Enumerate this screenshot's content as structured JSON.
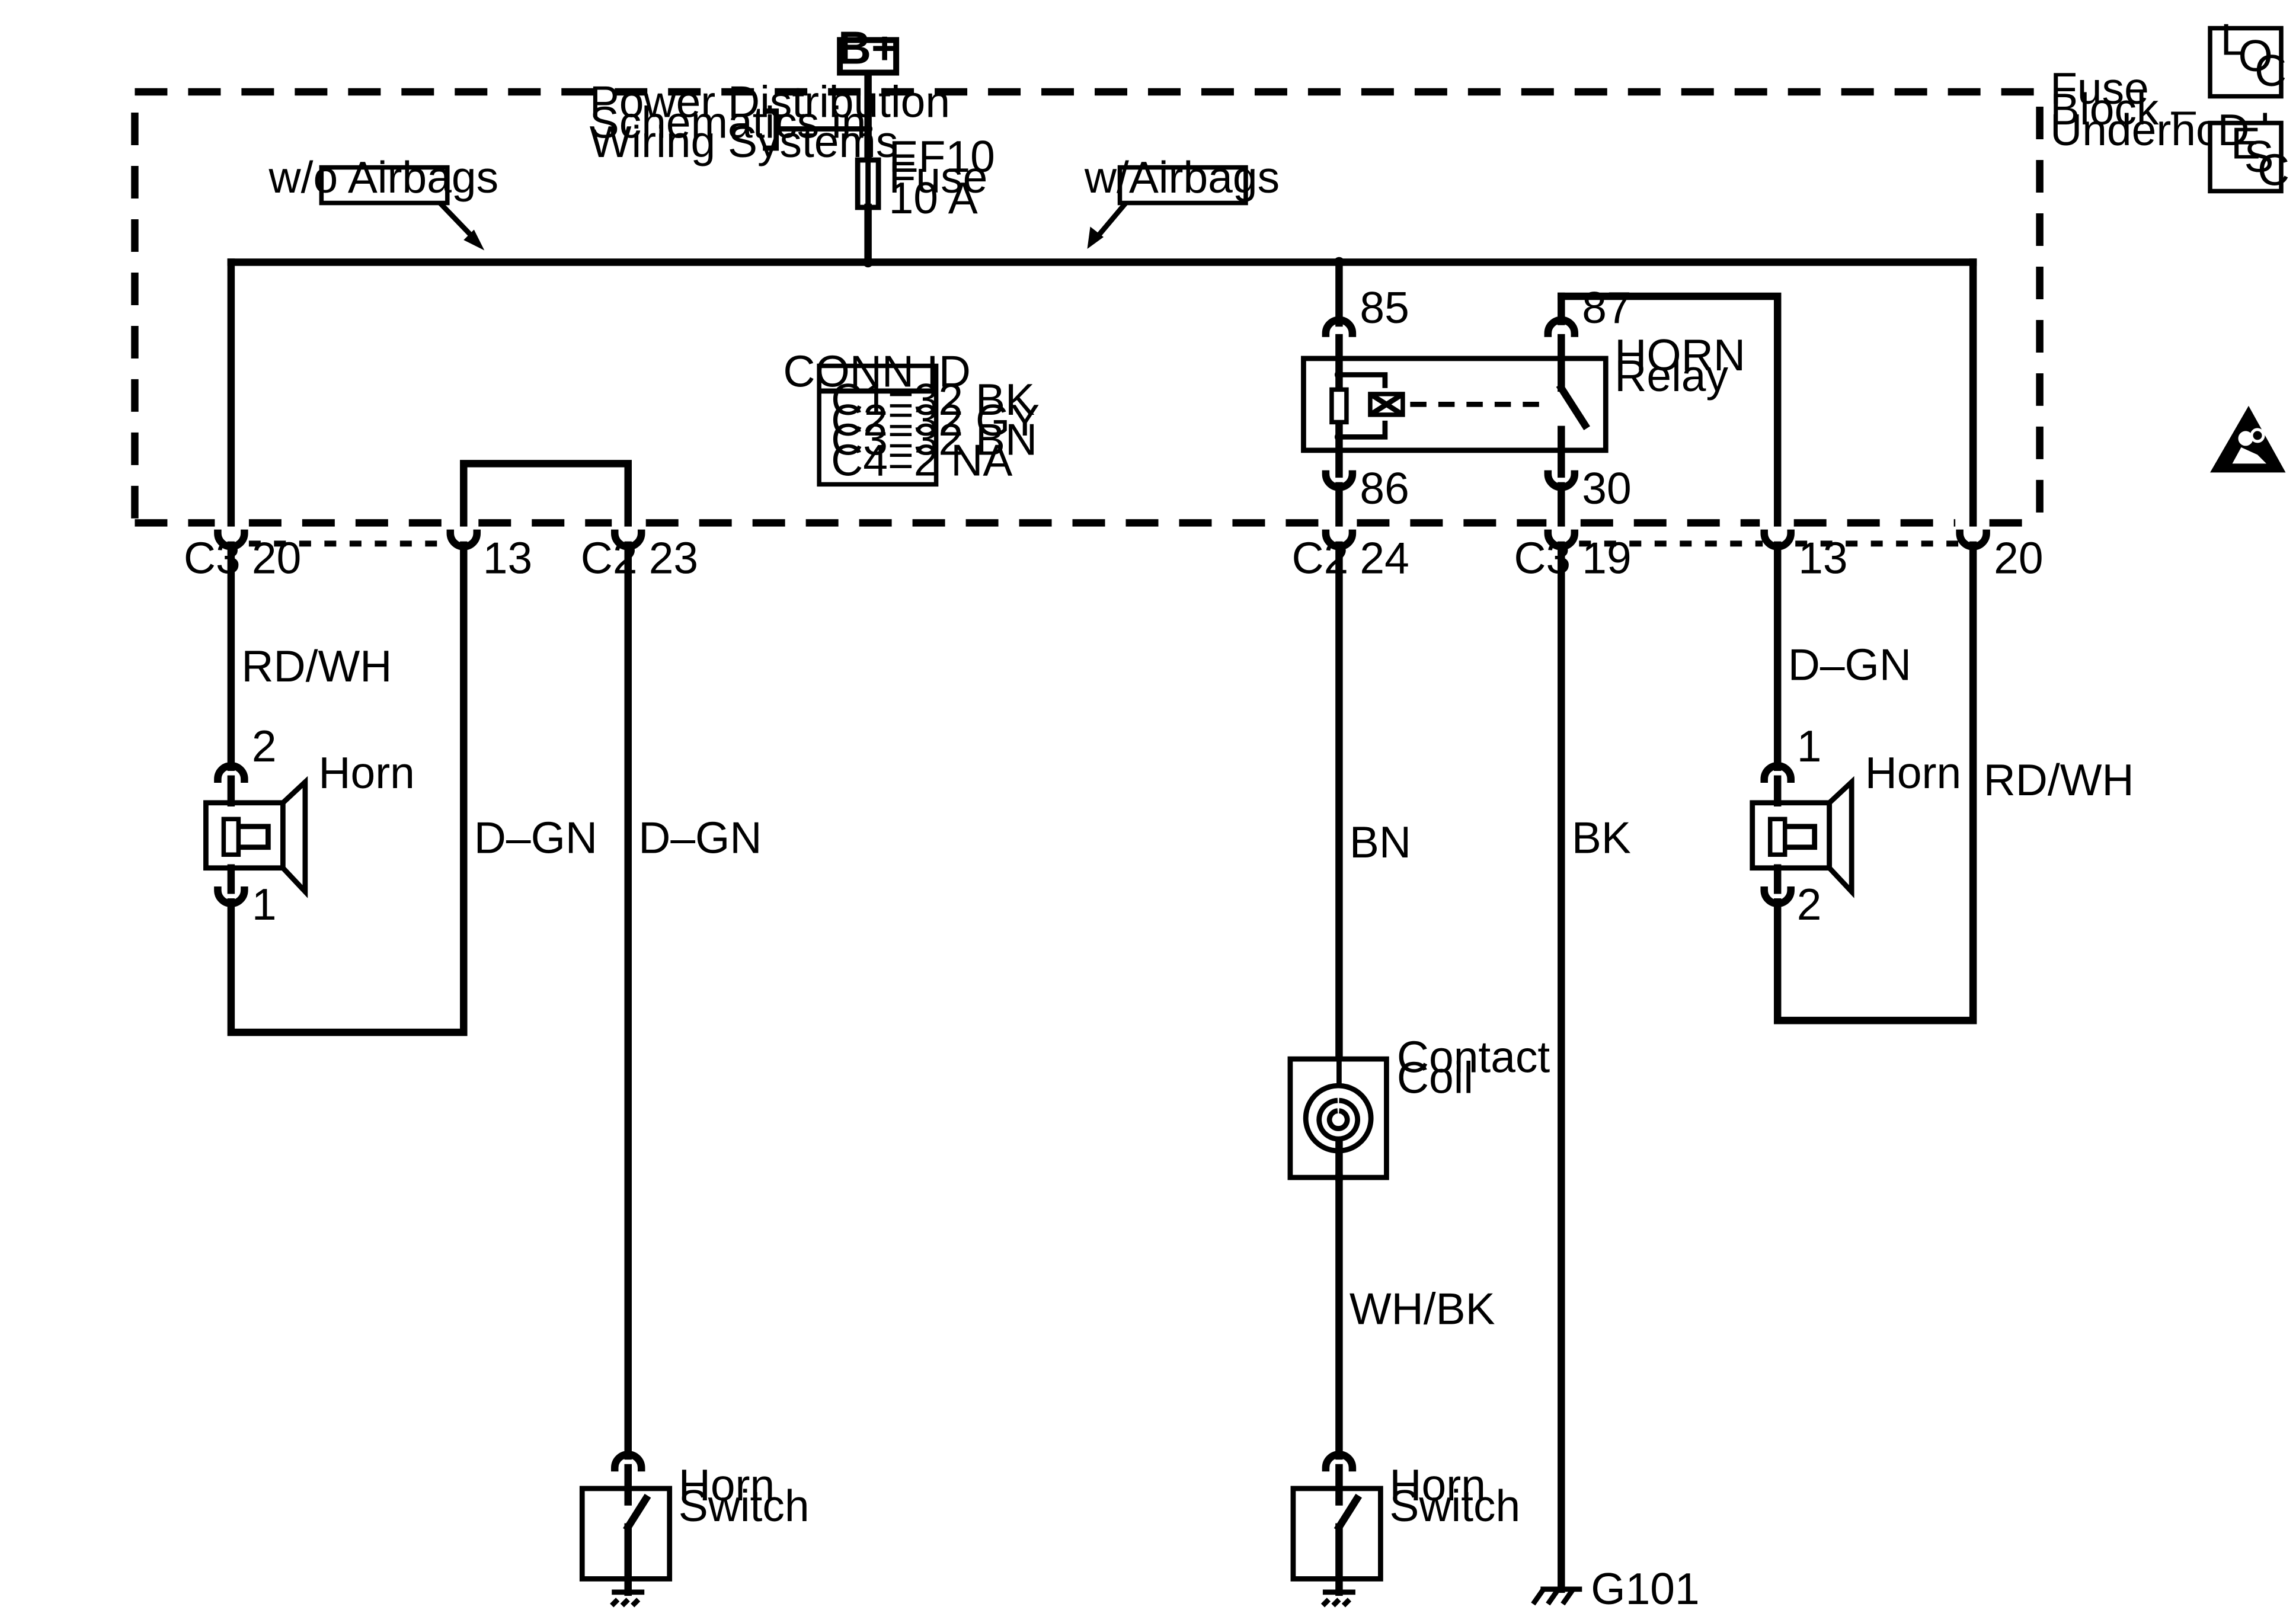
{
  "power_source": "B+",
  "power_distribution_note": [
    "Power Distribution",
    "Schematics in",
    "Wiring Systems"
  ],
  "fuse_block_label": [
    "Fuse",
    "Block –",
    "Underhood"
  ],
  "fuse": {
    "name": "EF10",
    "type": "Fuse",
    "rating": "10 A"
  },
  "variant_tags": {
    "without_airbags": "w/o Airbags",
    "with_airbags": "w/Airbags"
  },
  "conn_id": {
    "title": "CONN ID",
    "rows": [
      "C1=32 BK",
      "C2=32 GY",
      "C3=32 BN",
      "C4=2 NA"
    ]
  },
  "relay": {
    "label": [
      "HORN",
      "Relay"
    ],
    "pins": {
      "coil_in": "85",
      "switch_out": "87",
      "coil_out": "86",
      "switch_in": "30"
    }
  },
  "connectors": {
    "left_c3": {
      "connector": "C3",
      "pin": "20"
    },
    "left_13": {
      "pin": "13"
    },
    "left_c2": {
      "connector": "C2",
      "pin": "23"
    },
    "mid_c2": {
      "connector": "C2",
      "pin": "24"
    },
    "mid_c3": {
      "connector": "C3",
      "pin": "19"
    },
    "right_13": {
      "pin": "13"
    },
    "right_20": {
      "pin": "20"
    }
  },
  "wires": {
    "left_horn_feed": "RD/WH",
    "left_horn_return": "D–GN",
    "left_switch": "D–GN",
    "relay_to_coil": "BN",
    "relay_ground": "BK",
    "coil_to_switch": "WH/BK",
    "right_horn_feed": "D–GN",
    "right_horn_return": "RD/WH"
  },
  "components": {
    "left_horn": {
      "label": "Horn",
      "pin_top": "2",
      "pin_bottom": "1"
    },
    "right_horn": {
      "label": "Horn",
      "pin_top": "1",
      "pin_bottom": "2"
    },
    "contact_coil": [
      "Contact",
      "Coil"
    ],
    "left_switch": [
      "Horn",
      "Switch"
    ],
    "right_switch": [
      "Horn",
      "Switch"
    ],
    "ground": "G101"
  },
  "side_icons": {
    "loc": [
      "L",
      "O",
      "C"
    ],
    "desc": [
      "D",
      "E",
      "S",
      "C"
    ],
    "airbag_warning": "airbag-warning-icon"
  }
}
